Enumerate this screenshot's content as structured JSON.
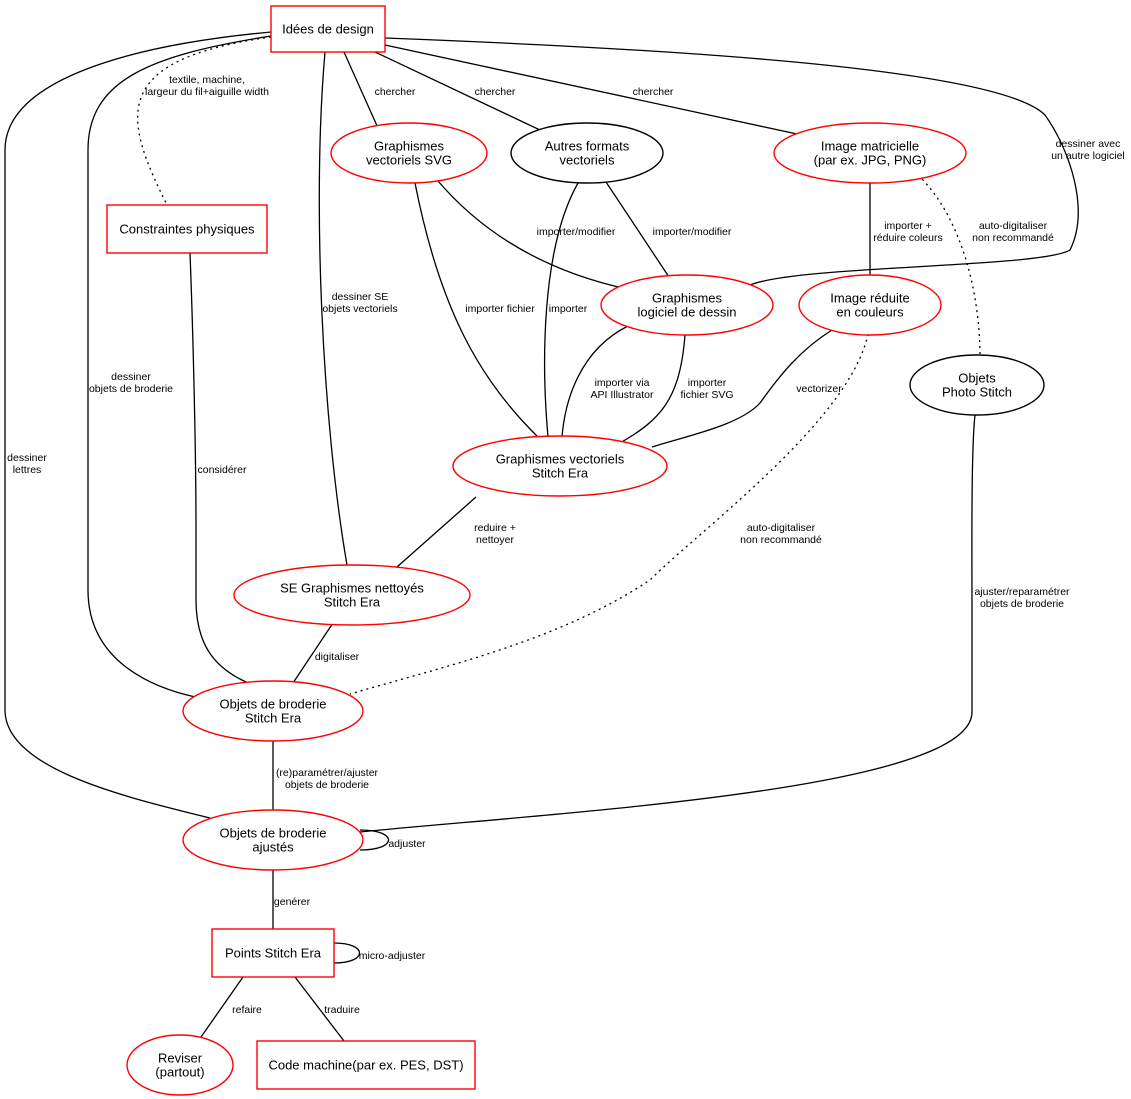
{
  "colors": {
    "highlight": "#ff0000",
    "default": "#000000",
    "background": "#ffffff"
  },
  "nodes": {
    "idees_design": {
      "lines": [
        "Idées de design"
      ],
      "shape": "box",
      "color": "red"
    },
    "contraintes": {
      "lines": [
        "Constraintes physiques"
      ],
      "shape": "box",
      "color": "red"
    },
    "svg": {
      "lines": [
        "Graphismes",
        "vectoriels SVG"
      ],
      "shape": "ellipse",
      "color": "red"
    },
    "autres_formats": {
      "lines": [
        "Autres formats",
        "vectoriels"
      ],
      "shape": "ellipse",
      "color": "black"
    },
    "image_matricielle": {
      "lines": [
        "Image matricielle",
        "(par ex. JPG, PNG)"
      ],
      "shape": "ellipse",
      "color": "red"
    },
    "logiciel_dessin": {
      "lines": [
        "Graphismes",
        "logiciel de dessin"
      ],
      "shape": "ellipse",
      "color": "red"
    },
    "image_reduite": {
      "lines": [
        "Image réduite",
        "en couleurs"
      ],
      "shape": "ellipse",
      "color": "red"
    },
    "photo_stitch": {
      "lines": [
        "Objets",
        "Photo Stitch"
      ],
      "shape": "ellipse",
      "color": "black"
    },
    "vectoriels_se": {
      "lines": [
        "Graphismes vectoriels",
        "Stitch Era"
      ],
      "shape": "ellipse",
      "color": "red"
    },
    "nettoyes": {
      "lines": [
        "SE Graphismes nettoyés",
        "Stitch Era"
      ],
      "shape": "ellipse",
      "color": "red"
    },
    "objets_broderie": {
      "lines": [
        "Objets de broderie",
        "Stitch Era"
      ],
      "shape": "ellipse",
      "color": "red"
    },
    "objets_ajustes": {
      "lines": [
        "Objets de broderie",
        "ajustés"
      ],
      "shape": "ellipse",
      "color": "red"
    },
    "points": {
      "lines": [
        "Points Stitch Era"
      ],
      "shape": "box",
      "color": "red"
    },
    "reviser": {
      "lines": [
        "Reviser",
        "(partout)"
      ],
      "shape": "ellipse",
      "color": "red"
    },
    "code_machine": {
      "lines": [
        "Code machine(par ex. PES, DST)"
      ],
      "shape": "box",
      "color": "red"
    }
  },
  "edges": [
    {
      "id": "e-idees-svg",
      "from": "idees_design",
      "to": "svg",
      "label": [
        "chercher"
      ],
      "style": "solid"
    },
    {
      "id": "e-idees-autres",
      "from": "idees_design",
      "to": "autres_formats",
      "label": [
        "chercher"
      ],
      "style": "solid"
    },
    {
      "id": "e-idees-matricielle",
      "from": "idees_design",
      "to": "image_matricielle",
      "label": [
        "chercher"
      ],
      "style": "solid"
    },
    {
      "id": "e-idees-contraintes",
      "from": "idees_design",
      "to": "contraintes",
      "label": [
        "textile, machine,",
        "largeur du fil+aiguille width"
      ],
      "style": "dotted"
    },
    {
      "id": "e-idees-logiciel",
      "from": "idees_design",
      "to": "logiciel_dessin",
      "label": [
        "dessiner avec",
        "un autre logiciel"
      ],
      "style": "solid"
    },
    {
      "id": "e-idees-nettoyes",
      "from": "idees_design",
      "to": "nettoyes",
      "label": [
        "dessiner SE",
        "objets vectoriels"
      ],
      "style": "solid"
    },
    {
      "id": "e-idees-broderie",
      "from": "idees_design",
      "to": "objets_broderie",
      "label": [
        "dessiner",
        "objets de broderie"
      ],
      "style": "solid"
    },
    {
      "id": "e-idees-ajustes",
      "from": "idees_design",
      "to": "objets_ajustes",
      "label": [
        "dessiner",
        "lettres"
      ],
      "style": "solid"
    },
    {
      "id": "e-svg-logiciel",
      "from": "svg",
      "to": "logiciel_dessin",
      "label": [
        "importer/modifier"
      ],
      "style": "solid"
    },
    {
      "id": "e-svg-vectoriels",
      "from": "svg",
      "to": "vectoriels_se",
      "label": [
        "importer fichier"
      ],
      "style": "solid"
    },
    {
      "id": "e-autres-logiciel",
      "from": "autres_formats",
      "to": "logiciel_dessin",
      "label": [
        "importer/modifier"
      ],
      "style": "solid"
    },
    {
      "id": "e-autres-vectoriels",
      "from": "autres_formats",
      "to": "vectoriels_se",
      "label": [
        "importer"
      ],
      "style": "solid"
    },
    {
      "id": "e-matricielle-reduite",
      "from": "image_matricielle",
      "to": "image_reduite",
      "label": [
        "importer +",
        "réduire coleurs"
      ],
      "style": "solid"
    },
    {
      "id": "e-matricielle-photo",
      "from": "image_matricielle",
      "to": "photo_stitch",
      "label": [
        "auto-digitaliser",
        "non recommandé"
      ],
      "style": "dotted"
    },
    {
      "id": "e-logiciel-vectoriels-api",
      "from": "logiciel_dessin",
      "to": "vectoriels_se",
      "label": [
        "importer via",
        "API Illustrator"
      ],
      "style": "solid"
    },
    {
      "id": "e-logiciel-vectoriels-svg",
      "from": "logiciel_dessin",
      "to": "vectoriels_se",
      "label": [
        "importer",
        "fichier SVG"
      ],
      "style": "solid"
    },
    {
      "id": "e-reduite-vectoriels",
      "from": "image_reduite",
      "to": "vectoriels_se",
      "label": [
        "vectorizer"
      ],
      "style": "solid"
    },
    {
      "id": "e-reduite-broderie",
      "from": "image_reduite",
      "to": "objets_broderie",
      "label": [
        "auto-digitaliser",
        "non recommandé"
      ],
      "style": "dotted"
    },
    {
      "id": "e-vectoriels-nettoyes",
      "from": "vectoriels_se",
      "to": "nettoyes",
      "label": [
        "reduire +",
        "nettoyer"
      ],
      "style": "solid"
    },
    {
      "id": "e-contraintes-broderie",
      "from": "contraintes",
      "to": "objets_broderie",
      "label": [
        "considérer"
      ],
      "style": "solid"
    },
    {
      "id": "e-nettoyes-broderie",
      "from": "nettoyes",
      "to": "objets_broderie",
      "label": [
        "digitaliser"
      ],
      "style": "solid"
    },
    {
      "id": "e-photo-ajustes",
      "from": "photo_stitch",
      "to": "objets_ajustes",
      "label": [
        "ajuster/reparamétrer",
        "objets de broderie"
      ],
      "style": "solid"
    },
    {
      "id": "e-broderie-ajustes",
      "from": "objets_broderie",
      "to": "objets_ajustes",
      "label": [
        "(re)paramétrer/ajuster",
        "objets de broderie"
      ],
      "style": "solid"
    },
    {
      "id": "e-ajustes-self",
      "from": "objets_ajustes",
      "to": "objets_ajustes",
      "label": [
        "adjuster"
      ],
      "style": "solid"
    },
    {
      "id": "e-ajustes-points",
      "from": "objets_ajustes",
      "to": "points",
      "label": [
        "genérer"
      ],
      "style": "solid"
    },
    {
      "id": "e-points-self",
      "from": "points",
      "to": "points",
      "label": [
        "micro-adjuster"
      ],
      "style": "solid"
    },
    {
      "id": "e-points-reviser",
      "from": "points",
      "to": "reviser",
      "label": [
        "refaire"
      ],
      "style": "solid"
    },
    {
      "id": "e-points-code",
      "from": "points",
      "to": "code_machine",
      "label": [
        "traduire"
      ],
      "style": "solid"
    }
  ]
}
